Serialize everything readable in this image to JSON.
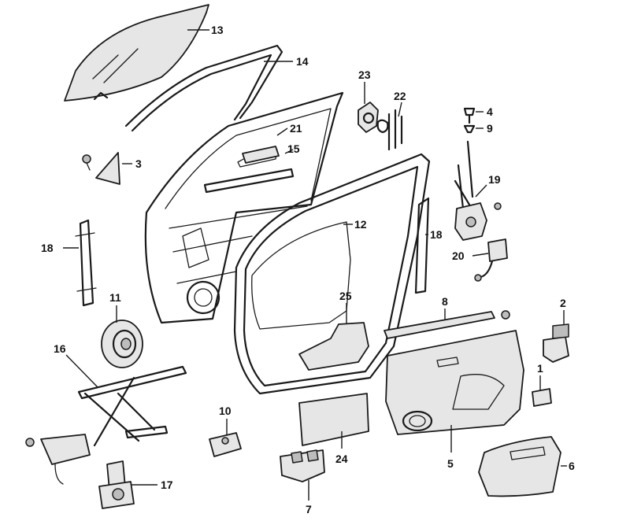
{
  "callouts": [
    {
      "id": "label-13",
      "text": "13"
    },
    {
      "id": "label-14",
      "text": "14"
    },
    {
      "id": "label-23",
      "text": "23"
    },
    {
      "id": "label-22",
      "text": "22"
    },
    {
      "id": "label-4",
      "text": "4"
    },
    {
      "id": "label-9",
      "text": "9"
    },
    {
      "id": "label-21",
      "text": "21"
    },
    {
      "id": "label-15",
      "text": "15"
    },
    {
      "id": "label-3",
      "text": "3"
    },
    {
      "id": "label-19",
      "text": "19"
    },
    {
      "id": "label-12",
      "text": "12"
    },
    {
      "id": "label-18a",
      "text": "18"
    },
    {
      "id": "label-18b",
      "text": "18"
    },
    {
      "id": "label-20",
      "text": "20"
    },
    {
      "id": "label-11",
      "text": "11"
    },
    {
      "id": "label-25",
      "text": "25"
    },
    {
      "id": "label-8",
      "text": "8"
    },
    {
      "id": "label-2",
      "text": "2"
    },
    {
      "id": "label-16",
      "text": "16"
    },
    {
      "id": "label-1",
      "text": "1"
    },
    {
      "id": "label-10",
      "text": "10"
    },
    {
      "id": "label-24",
      "text": "24"
    },
    {
      "id": "label-5",
      "text": "5"
    },
    {
      "id": "label-6",
      "text": "6"
    },
    {
      "id": "label-17",
      "text": "17"
    },
    {
      "id": "label-7",
      "text": "7"
    }
  ]
}
